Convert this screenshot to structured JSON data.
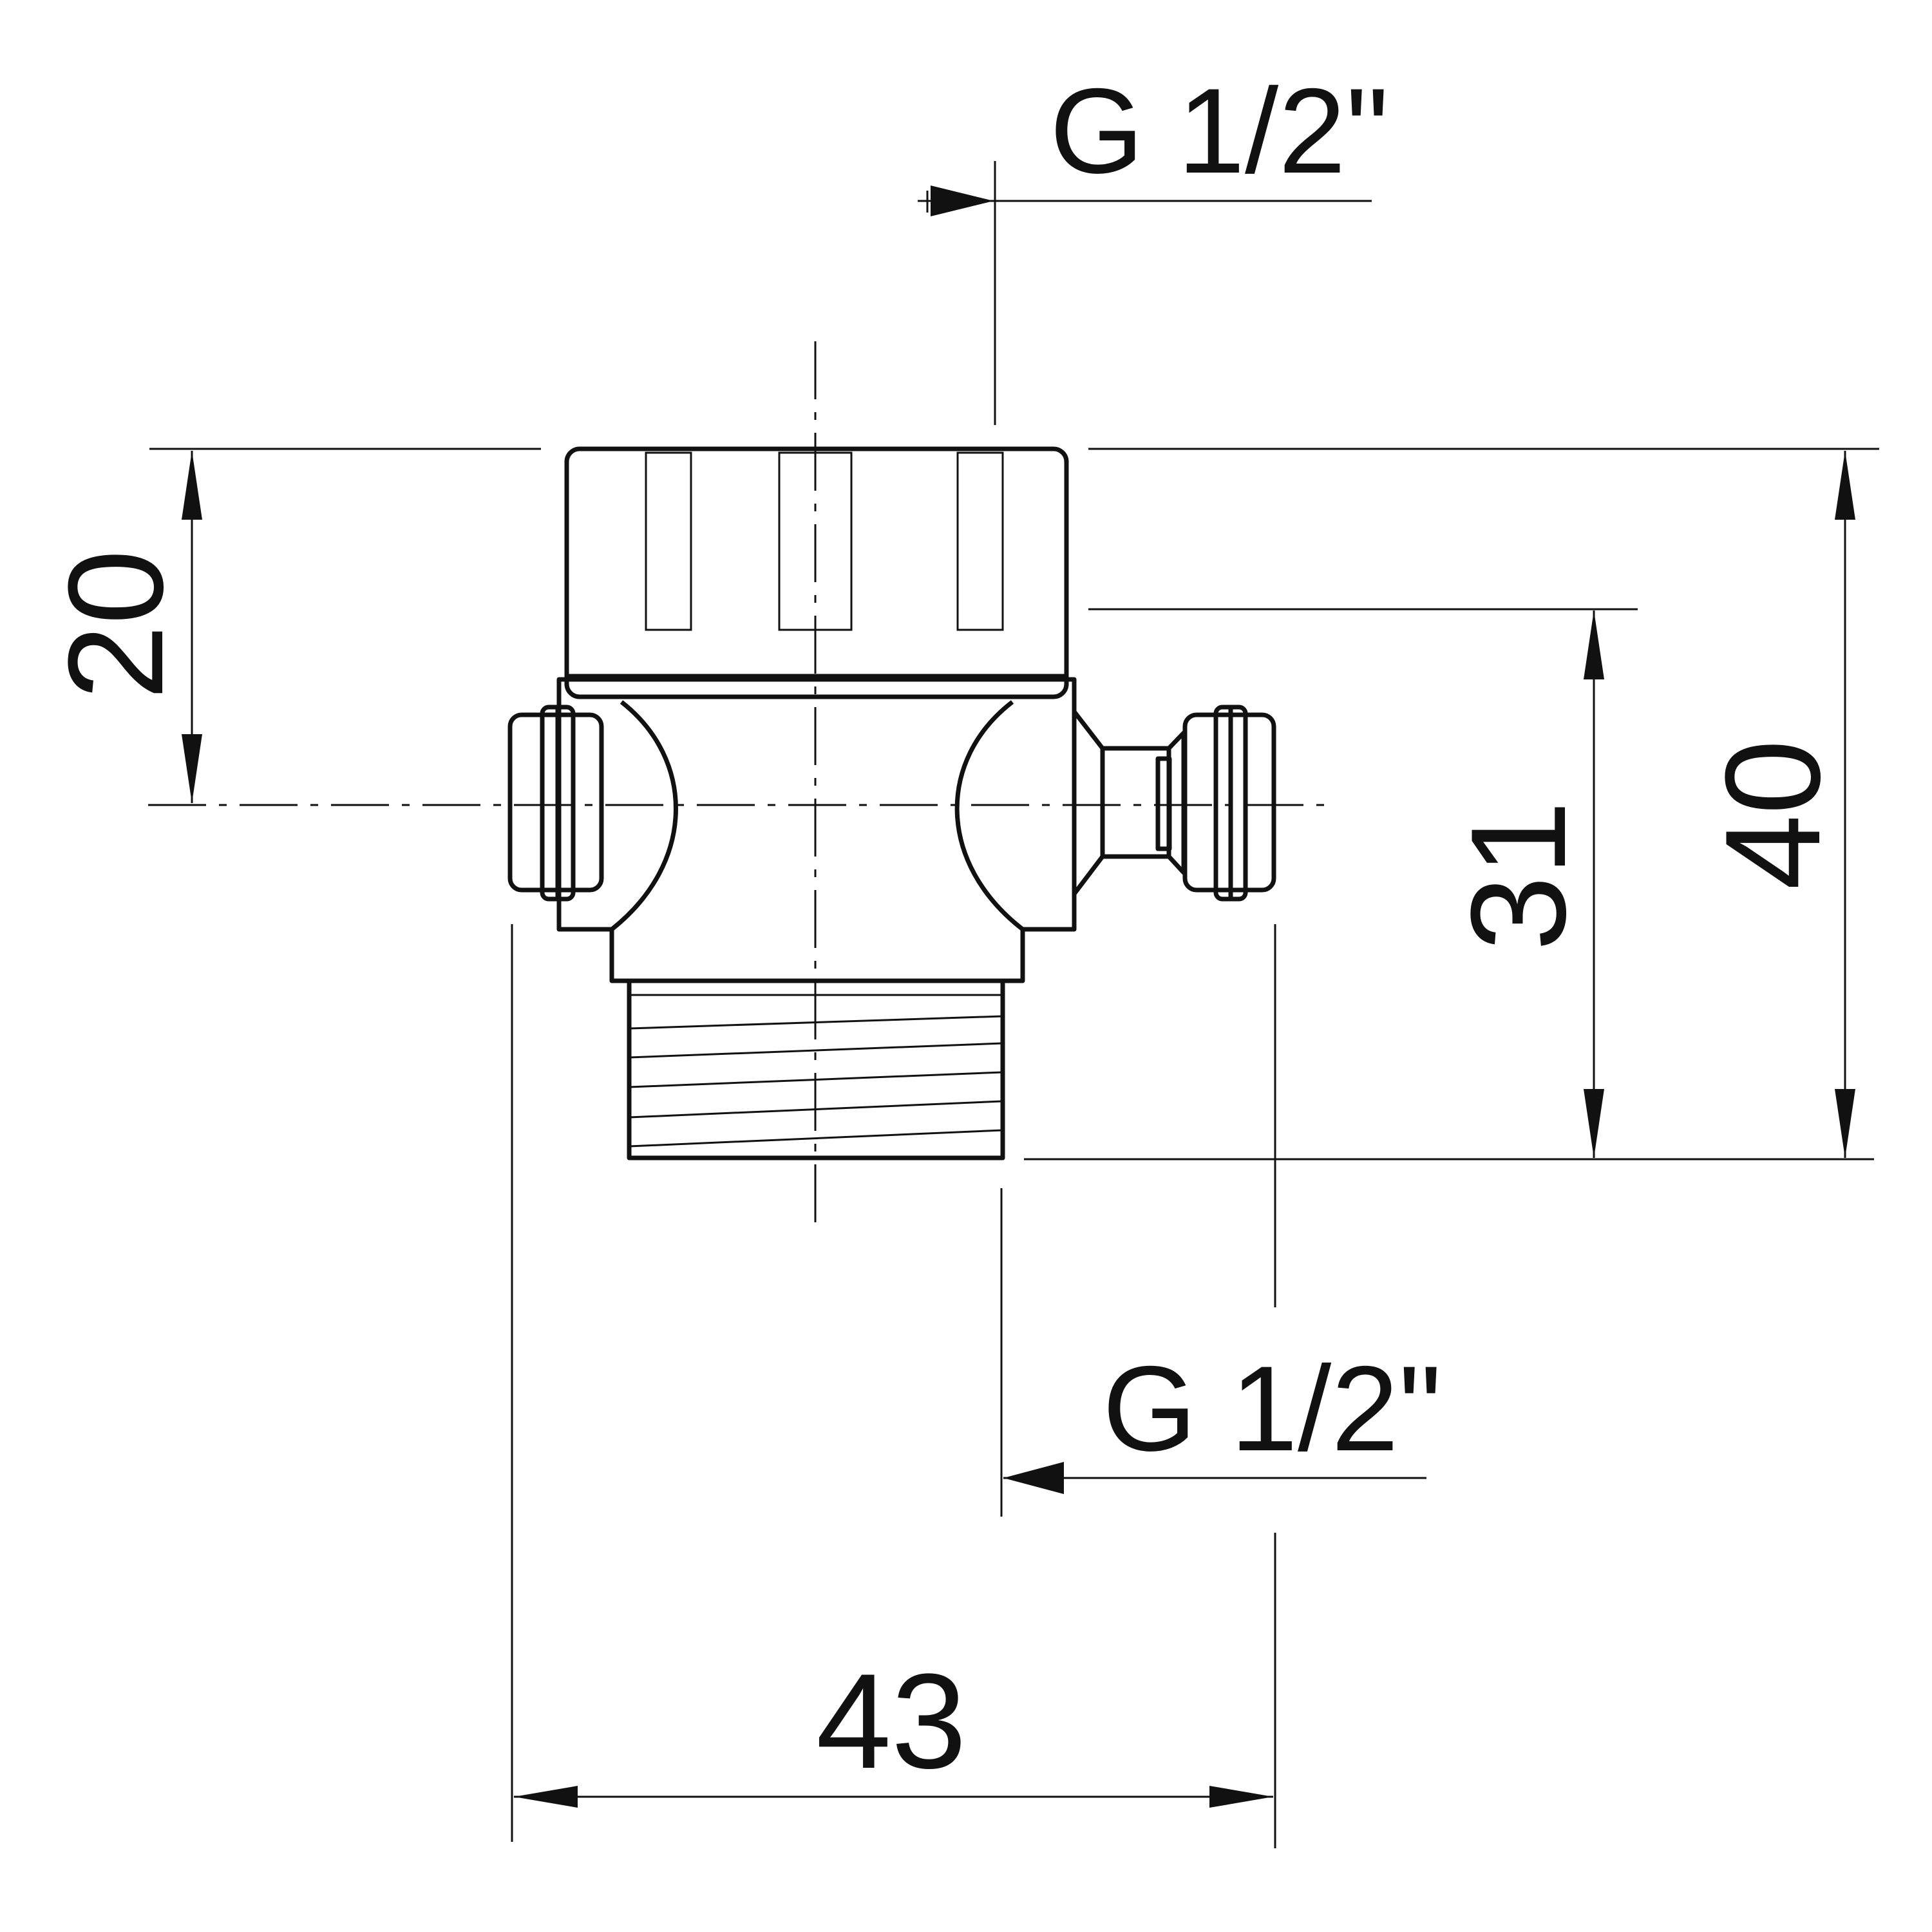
{
  "dimensions": {
    "top_thread": "G 1/2\"",
    "bottom_thread": "G 1/2\"",
    "nut_to_axis_height": "20",
    "side_outlet_height": "31",
    "overall_height": "40",
    "overall_width": "43"
  },
  "colors": {
    "ink": "#111111",
    "background": "#ffffff"
  }
}
